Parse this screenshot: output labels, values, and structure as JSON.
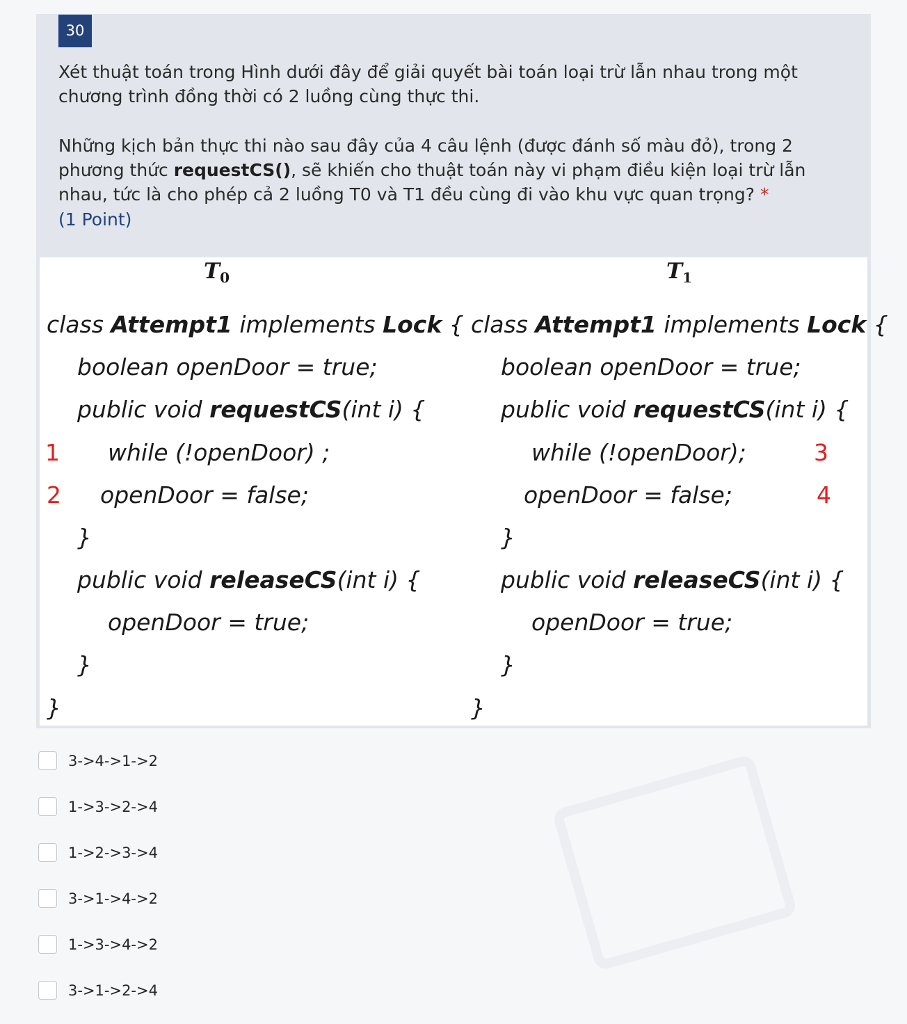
{
  "question": {
    "number": "30",
    "paragraph1": "Xét thuật toán trong Hình dưới đây để giải quyết bài toán loại trừ lẫn nhau trong một chương trình đồng thời có 2 luồng cùng thực thi.",
    "paragraph2_before": "Những kịch bản thực thi nào sau đây của 4 câu lệnh (được đánh số màu đỏ), trong 2 phương thức ",
    "paragraph2_bold": "requestCS()",
    "paragraph2_after": ", sẽ khiến cho thuật toán này vi phạm điều kiện loại trừ lẫn nhau, tức là cho phép cả 2 luồng T0 và T1 đều cùng đi vào khu vực quan trọng?",
    "required_mark": "*",
    "points": "(1 Point)"
  },
  "figure": {
    "t0": {
      "label": "T",
      "sub": "0",
      "class_kw": "class ",
      "class_name": "Attempt1",
      "implements_kw": " implements ",
      "lock": "Lock",
      "open_brace": " {",
      "field": "boolean openDoor = true;",
      "request_pre": "public void ",
      "request_name": "requestCS",
      "request_post": "(int i) {",
      "while_line": "while (!openDoor) ;",
      "set_false": "openDoor = false;",
      "close_method": "}",
      "release_pre": "public void ",
      "release_name": "releaseCS",
      "release_post": "(int i) {",
      "set_true": "openDoor = true;",
      "close_method2": "}",
      "close_class": "}",
      "num1": "1",
      "num2": "2"
    },
    "t1": {
      "label": "T",
      "sub": "1",
      "class_kw": "class ",
      "class_name": "Attempt1",
      "implements_kw": " implements ",
      "lock": "Lock",
      "open_brace": " {",
      "field": "boolean openDoor = true;",
      "request_pre": "public void ",
      "request_name": "requestCS",
      "request_post": "(int i) {",
      "while_line": "while (!openDoor);",
      "set_false": "openDoor = false;",
      "close_method": "}",
      "release_pre": "public void ",
      "release_name": "releaseCS",
      "release_post": "(int i) {",
      "set_true": "openDoor = true;",
      "close_method2": "}",
      "close_class": "}",
      "num3": "3",
      "num4": "4"
    }
  },
  "options": [
    {
      "label": "3->4->1->2",
      "checked": false
    },
    {
      "label": "1->3->2->4",
      "checked": false
    },
    {
      "label": "1->2->3->4",
      "checked": false
    },
    {
      "label": "3->1->4->2",
      "checked": false
    },
    {
      "label": "1->3->4->2",
      "checked": false
    },
    {
      "label": "3->1->2->4",
      "checked": false
    }
  ],
  "colors": {
    "header_bg": "#e2e6ec",
    "number_badge": "#24427a",
    "points_text": "#24427a",
    "required": "#c12d2d",
    "statement_numbers": "#e02020"
  }
}
